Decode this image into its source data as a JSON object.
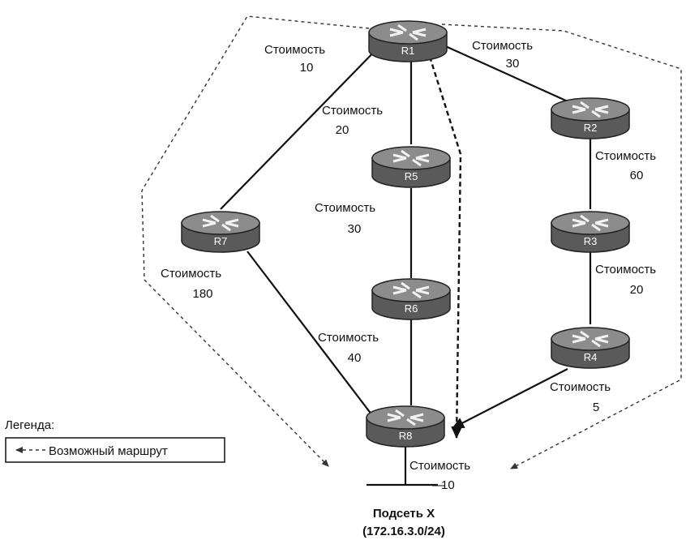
{
  "routers": [
    {
      "id": "R1",
      "label": "R1"
    },
    {
      "id": "R2",
      "label": "R2"
    },
    {
      "id": "R3",
      "label": "R3"
    },
    {
      "id": "R4",
      "label": "R4"
    },
    {
      "id": "R5",
      "label": "R5"
    },
    {
      "id": "R6",
      "label": "R6"
    },
    {
      "id": "R7",
      "label": "R7"
    },
    {
      "id": "R8",
      "label": "R8"
    }
  ],
  "costs": {
    "r1_r7": {
      "word": "Стоимость",
      "value": "10"
    },
    "r1_r2": {
      "word": "Стоимость",
      "value": "30"
    },
    "r1_r5": {
      "word": "Стоимость",
      "value": "20"
    },
    "r2_r3": {
      "word": "Стоимость",
      "value": "60"
    },
    "r5_r6": {
      "word": "Стоимость",
      "value": "30"
    },
    "r7_r8": {
      "word": "Стоимость",
      "value": "180"
    },
    "r3_r4": {
      "word": "Стоимость",
      "value": "20"
    },
    "r6_r8": {
      "word": "Стоимость",
      "value": "40"
    },
    "r4_r8": {
      "word": "Стоимость",
      "value": "5"
    },
    "r8_subnet": {
      "word": "Стоимость",
      "value": "10"
    }
  },
  "subnet": {
    "name": "Подсеть X",
    "address": "(172.16.3.0/24)"
  },
  "legend": {
    "title": "Легенда:",
    "item": "Возможный маршрут"
  },
  "colors": {
    "router_body": "#5a5a5a",
    "router_top": "#8c8c8c",
    "line": "#111111"
  }
}
